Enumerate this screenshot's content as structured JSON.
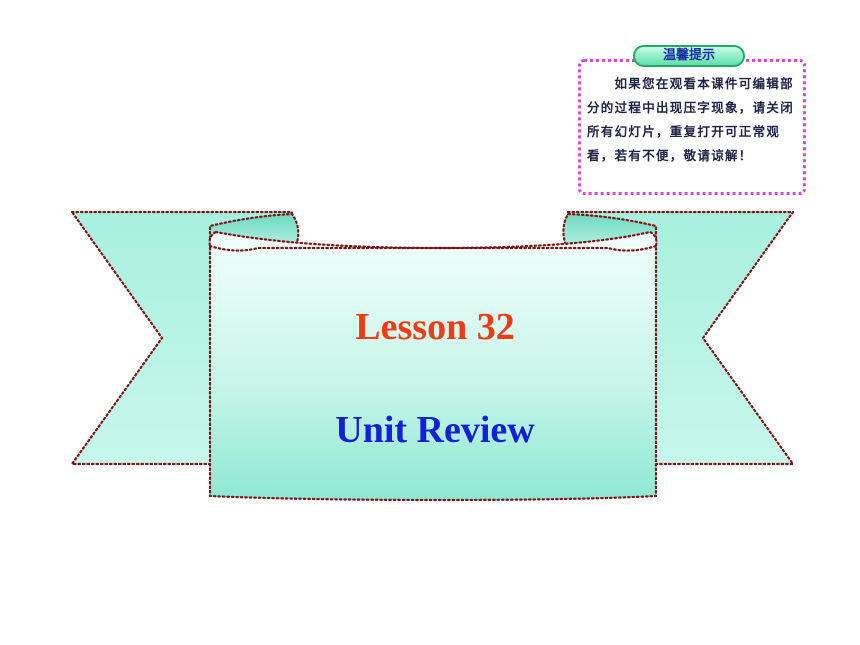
{
  "slide": {
    "title": "Lesson 32",
    "subtitle": "Unit Review"
  },
  "notice": {
    "tab_label": "温馨提示",
    "body": "如果您在观看本课件可编辑部分的过程中出现压字现象，请关闭所有幻灯片，重复打开可正常观看，若有不便，敬请谅解！"
  },
  "colors": {
    "title": "#f03c14",
    "subtitle": "#1420d8",
    "ribbon_fill_light": "#f2fffb",
    "ribbon_fill_mid": "#b8f2e2",
    "ribbon_fill_dark": "#8fe8d2",
    "ribbon_border": "#7a1616",
    "notice_border": "#d04ad0",
    "notice_tab": "#5ee0a8"
  }
}
